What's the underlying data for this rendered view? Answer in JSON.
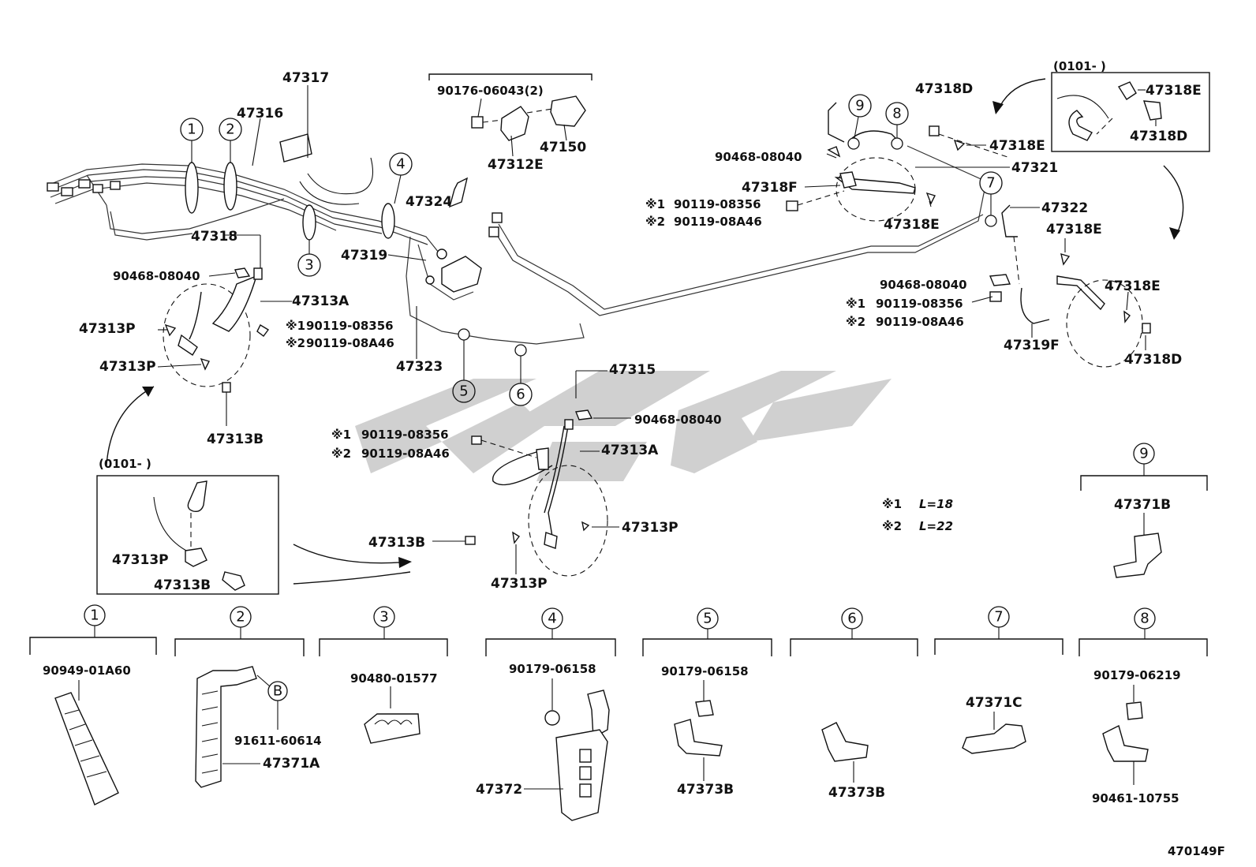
{
  "diagram_id": "470149F",
  "watermark_text": "S P G C",
  "labels": {
    "l47317": "47317",
    "l47316": "47316",
    "l47318_left": "47318",
    "l90468_a": "90468-08040",
    "l47313A_a": "47313A",
    "l47313P_a": "47313P",
    "l47313P_b": "47313P",
    "l90119_08356_a": "90119-08356",
    "l90119_08A46_a": "90119-08A46",
    "l47313B_a": "47313B",
    "l47319": "47319",
    "l47323": "47323",
    "l47324": "47324",
    "l90176": "90176-06043(2)",
    "l47312E": "47312E",
    "l47150": "47150",
    "l47315": "47315",
    "l90468_b": "90468-08040",
    "l90119_08356_b": "90119-08356",
    "l90119_08A46_b": "90119-08A46",
    "l47313A_b": "47313A",
    "l47313P_c": "47313P",
    "l47313B_b": "47313B",
    "l47313P_d": "47313P",
    "l0101_inset_left": "(0101-         )",
    "l47313P_inset": "47313P",
    "l47313B_inset": "47313B",
    "l47318D_top": "47318D",
    "l90468_c": "90468-08040",
    "l47318F": "47318F",
    "l90119_08356_c": "90119-08356",
    "l90119_08A46_c": "90119-08A46",
    "l47318E_mid": "47318E",
    "l47318E_top": "47318E",
    "l47321": "47321",
    "l47322": "47322",
    "l47318E_right": "47318E",
    "l90468_d": "90468-08040",
    "l90119_08356_d": "90119-08356",
    "l90119_08A46_d": "90119-08A46",
    "l47319F": "47319F",
    "l47318E_r2": "47318E",
    "l47318D_r2": "47318D",
    "l0101_inset_right": "(0101-          )",
    "l47318E_inset": "47318E",
    "l47318D_inset": "47318D",
    "note1_mark": "※1",
    "note1_text": "L=18",
    "note2_mark": "※2",
    "note2_text": "L=22",
    "mark1": "※1",
    "mark2": "※2"
  },
  "callouts": {
    "c1": "1",
    "c2": "2",
    "c3": "3",
    "c4": "4",
    "c5": "5",
    "c6": "6",
    "c7": "7",
    "c8": "8",
    "c9": "9"
  },
  "detail_groups": [
    {
      "number": "1",
      "parts": [
        "90949-01A60"
      ]
    },
    {
      "number": "2",
      "parts": [
        "91611-60614",
        "47371A"
      ],
      "sub_callout": "B"
    },
    {
      "number": "3",
      "parts": [
        "90480-01577"
      ]
    },
    {
      "number": "4",
      "parts": [
        "90179-06158",
        "47372"
      ]
    },
    {
      "number": "5",
      "parts": [
        "90179-06158",
        "47373B"
      ]
    },
    {
      "number": "6",
      "parts": [
        "47373B"
      ]
    },
    {
      "number": "7",
      "parts": [
        "47371C"
      ]
    },
    {
      "number": "8",
      "parts": [
        "90179-06219",
        "90461-10755"
      ]
    },
    {
      "number": "9",
      "parts": [
        "47371B"
      ]
    }
  ]
}
